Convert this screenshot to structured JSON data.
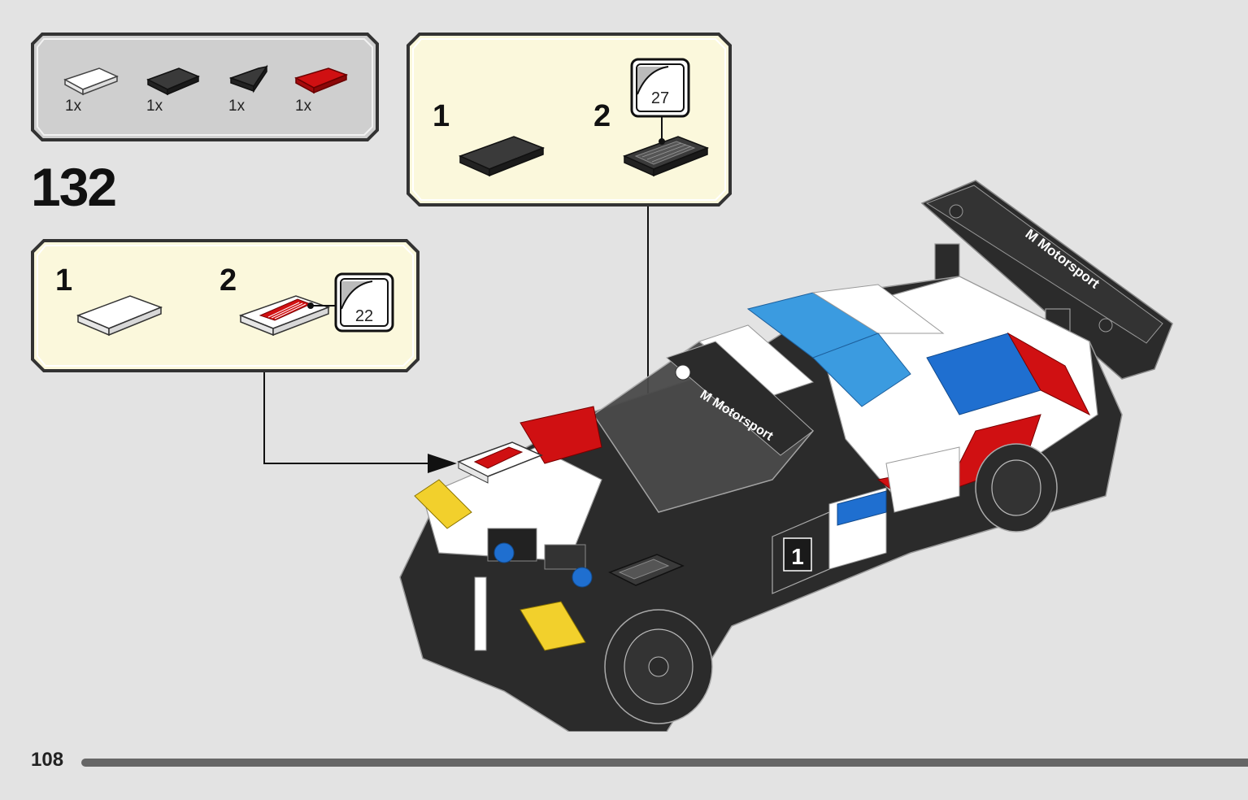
{
  "parts_list": {
    "items": [
      {
        "color": "white",
        "quantity": "1x"
      },
      {
        "color": "black",
        "quantity": "1x"
      },
      {
        "color": "black",
        "quantity": "1x"
      },
      {
        "color": "red",
        "quantity": "1x"
      }
    ]
  },
  "step": {
    "number": "132"
  },
  "substep_left": {
    "sub1": "1",
    "sub2": "2",
    "sticker_number": "22"
  },
  "substep_top": {
    "sub1": "1",
    "sub2": "2",
    "sticker_number": "27"
  },
  "car": {
    "logo_text_windshield": "M Motorsport",
    "logo_text_wing": "M Motorsport",
    "door_number": "1"
  },
  "footer": {
    "page_number": "108"
  },
  "colors": {
    "background": "#e3e3e3",
    "parts_panel": "#cfcfcf",
    "substep_panel": "#fbf8dc",
    "brick_red": "#d01012",
    "brick_black": "#2b2b2b",
    "bmw_blue": "#1f6fd0",
    "light_blue": "#3b9be0"
  }
}
